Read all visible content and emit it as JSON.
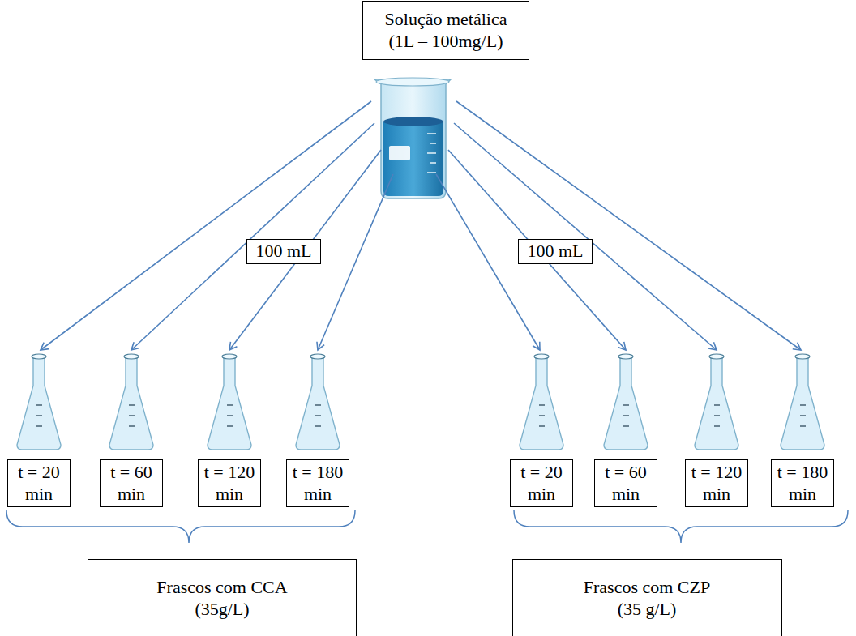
{
  "diagram": {
    "nodes": [
      {
        "text": [
          "Solução metálica (1L – 100mg/L)"
        ]
      },
      {
        "text": [
          "100 mL"
        ]
      },
      {
        "text": [
          "100 mL"
        ]
      },
      {
        "text": [
          "t = 20 min"
        ]
      },
      {
        "text": [
          "t = 60 min"
        ]
      },
      {
        "text": [
          "t = 120 min"
        ]
      },
      {
        "text": [
          "t = 180 min"
        ]
      },
      {
        "text": [
          "t = 20 min"
        ]
      },
      {
        "text": [
          "t = 60 min"
        ]
      },
      {
        "text": [
          "t = 120 min"
        ]
      },
      {
        "text": [
          "t = 180 min"
        ]
      },
      {
        "text": [
          "Frascos com CCA (35g/L)"
        ]
      },
      {
        "text": [
          "Frascos com CZP (35 g/L)"
        ]
      }
    ]
  }
}
